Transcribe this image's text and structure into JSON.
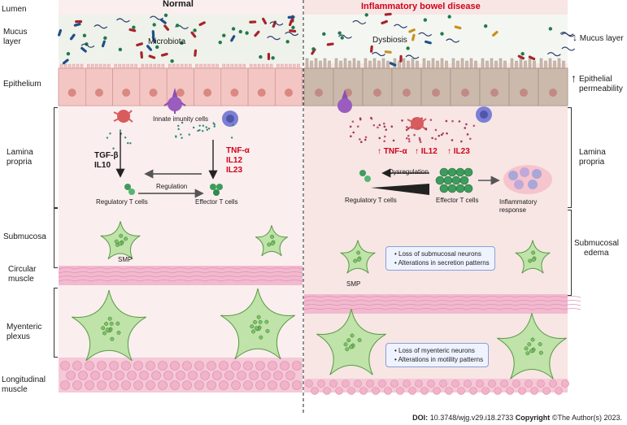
{
  "left_layers": {
    "lumen": "Lumen",
    "mucus": [
      "Mucus",
      "layer"
    ],
    "epithelium": "Epithelium",
    "lamina": [
      "Lamina",
      "propria"
    ],
    "submucosa": "Submucosa",
    "circular": [
      "Circular",
      "muscle"
    ],
    "myenteric": [
      "Myenteric",
      "plexus"
    ],
    "longitudinal": [
      "Longitudinal",
      "muscle"
    ]
  },
  "right_layers": {
    "mucus": "Mucus layer",
    "permeability": [
      "Epithelial",
      "permeability"
    ],
    "lamina": [
      "Lamina",
      "propria"
    ],
    "submucosal_edema": [
      "Submucosal",
      "edema"
    ]
  },
  "normal": {
    "title": "Normal",
    "microbiota": "Microbiota",
    "innate": "Innate imunity cells",
    "tgf": "TGF-β",
    "il10": "IL10",
    "tnf": "TNF-α",
    "il12": "IL12",
    "il23": "IL23",
    "regulation": "Regulation",
    "reg_t": "Regulatory T cells",
    "eff_t": "Effector T cells",
    "smp": "SMP"
  },
  "ibd": {
    "title": "Inflammatory bowel disease",
    "dysbiosis": "Dysbiosis",
    "tnf_up": "↑ TNF-α",
    "il12_up": "↑ IL12",
    "il23_up": "↑ IL23",
    "dysregulation": "Dysregulation",
    "reg_t": "Regulatory T cells",
    "eff_t": "Effector T cells",
    "inflammatory": [
      "Inflammatory",
      "response"
    ],
    "smp": "SMP",
    "submucosal_box": [
      "Loss of submucosal neurons",
      "Alterations in secretion patterns"
    ],
    "myenteric_box": [
      "Loss of myenteric neurons",
      "Alterations in motility patterns"
    ]
  },
  "footer": {
    "doi_label": "DOI:",
    "doi": "10.3748/wjg.v29.i18.2733",
    "copyright_label": "Copyright",
    "copyright": "©The Author(s) 2023."
  },
  "colors": {
    "bacteria_red": "#a8232a",
    "bacteria_green": "#1f7a4a",
    "bacteria_blue": "#1f4f8a",
    "bacteria_orange": "#c8901f",
    "cell_normal": "#f3c6c4",
    "cell_ibd": "#cbb9ac",
    "muscle": "#f2b9cf",
    "neuron": "#bfe3a8",
    "alert_red": "#d0021b"
  }
}
